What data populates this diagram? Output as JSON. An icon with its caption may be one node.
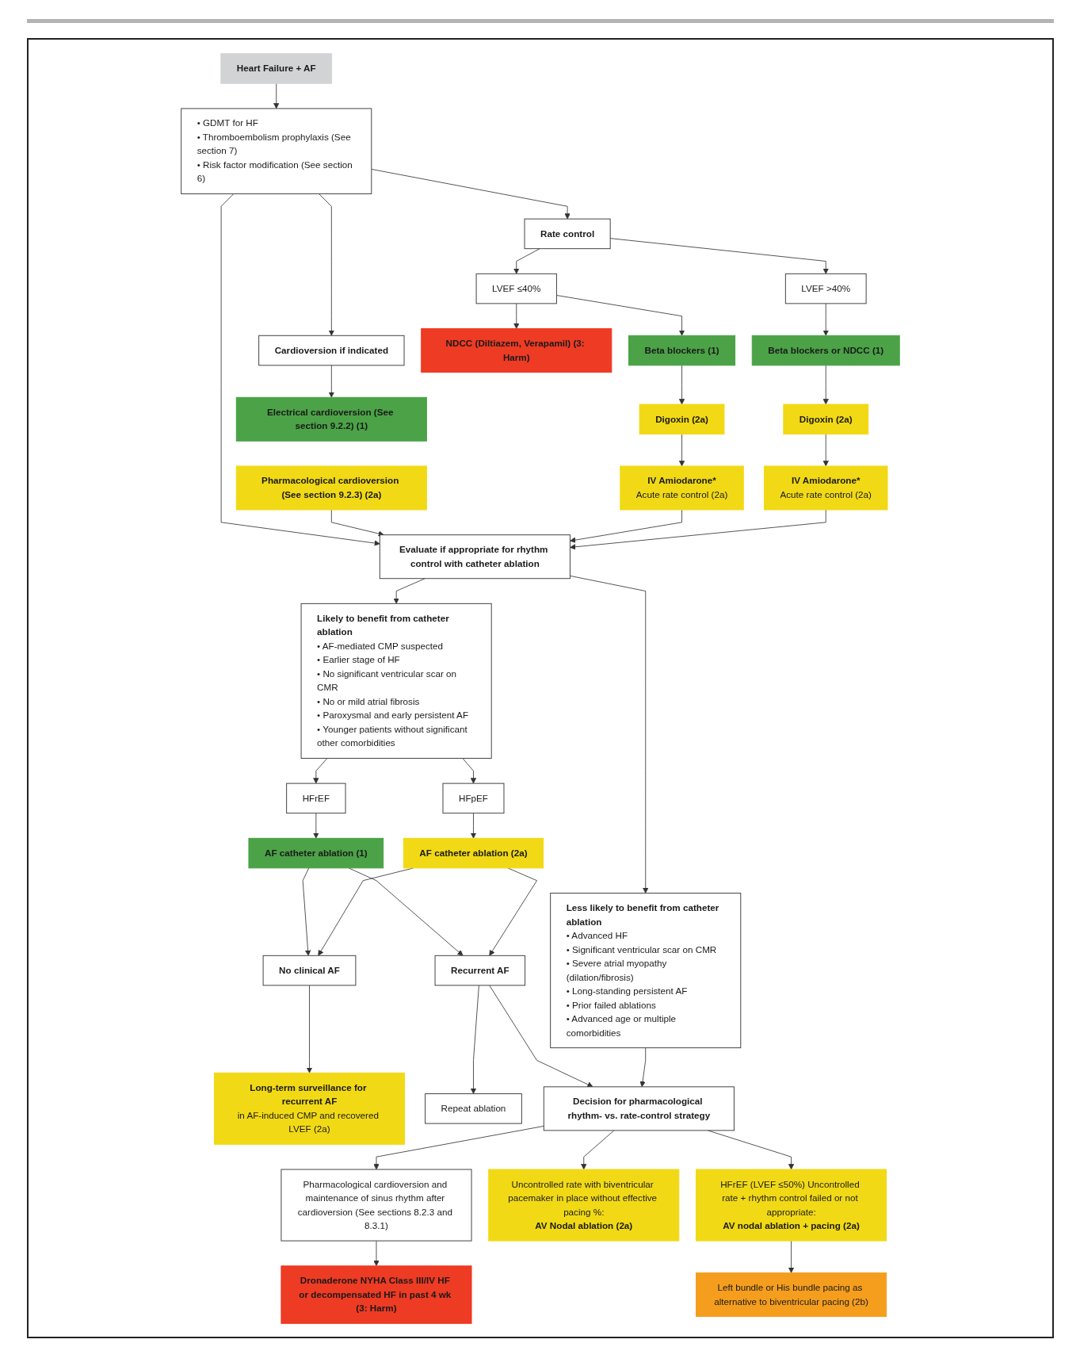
{
  "diagram": {
    "nodes": [
      {
        "text": [
          "Heart Failure + AF"
        ]
      },
      {
        "text": [
          "• GDMT for HF",
          "• Thromboembolism prophylaxis (See section 7)",
          "• Risk factor modification (See section 6)"
        ]
      },
      {
        "text": [
          "Cardioversion if indicated"
        ]
      },
      {
        "text": [
          "Rate control"
        ]
      },
      {
        "text": [
          "Electrical cardioversion (See section 9.2.2) (1)"
        ]
      },
      {
        "text": [
          "LVEF ≤40%"
        ]
      },
      {
        "text": [
          "LVEF >40%"
        ]
      },
      {
        "text": [
          "Pharmacological cardioversion (See section 9.2.3) (2a)"
        ]
      },
      {
        "text": [
          "NDCC (Diltiazem, Verapamil) (3: Harm)"
        ]
      },
      {
        "text": [
          "Beta blockers (1)"
        ]
      },
      {
        "text": [
          "Beta blockers or NDCC (1)"
        ]
      },
      {
        "text": [
          "Digoxin (2a)"
        ]
      },
      {
        "text": [
          "Digoxin (2a)"
        ]
      },
      {
        "text": [
          "IV Amiodarone*",
          "Acute rate control (2a)"
        ]
      },
      {
        "text": [
          "IV Amiodarone*",
          "Acute rate control (2a)"
        ]
      },
      {
        "text": [
          "Evaluate if appropriate for rhythm control with catheter ablation"
        ]
      },
      {
        "text": [
          "Likely to benefit from catheter ablation",
          "• AF-mediated CMP suspected",
          "• Earlier stage of HF",
          "• No significant ventricular scar on CMR",
          "• No or mild atrial fibrosis",
          "• Paroxysmal and early persistent AF",
          "• Younger patients without significant other comorbidities"
        ]
      },
      {
        "text": [
          "Less likely to benefit from catheter ablation",
          "• Advanced HF",
          "• Significant ventricular scar on CMR",
          "• Severe atrial myopathy (dilation/fibrosis)",
          "• Long-standing persistent AF",
          "• Prior failed ablations",
          "• Advanced age or multiple comorbidities"
        ]
      },
      {
        "text": [
          "HFrEF (LVEF ≤50%) Uncontrolled rate + rhythm control failed or not appropriate:",
          "AV nodal ablation + pacing (2a)"
        ]
      },
      {
        "text": [
          "Left bundle or His bundle pacing as alternative to biventricular pacing (2b)"
        ]
      },
      {
        "text": [
          "HFrEF"
        ]
      },
      {
        "text": [
          "HFpEF"
        ]
      },
      {
        "text": [
          "Decision for pharmacological rhythm- vs. rate-control strategy"
        ]
      },
      {
        "text": [
          "Uncontrolled rate with biventricular pacemaker in place without effective pacing %:",
          "AV Nodal ablation (2a)"
        ]
      },
      {
        "text": [
          "AF catheter ablation (1)"
        ]
      },
      {
        "text": [
          "AF catheter ablation (2a)"
        ]
      },
      {
        "text": [
          "Pharmacological cardioversion and maintenance of sinus rhythm after cardioversion (See sections 8.2.3 and 8.3.1)"
        ]
      },
      {
        "text": [
          "No clinical AF"
        ]
      },
      {
        "text": [
          "Recurrent AF"
        ]
      },
      {
        "text": [
          "Repeat ablation"
        ]
      },
      {
        "text": [
          "Long-term surveillance for recurrent AF",
          "in AF-induced CMP and recovered LVEF (2a)"
        ]
      },
      {
        "text": [
          "Dronaderone NYHA Class III/IV HF or decompensated HF in past 4 wk (3: Harm)"
        ]
      }
    ],
    "edges": [
      {
        "from": 0,
        "to": 1,
        "arrow": "to"
      },
      {
        "from": 1,
        "to": 2,
        "arrow": "to"
      },
      {
        "from": 1,
        "to": 15,
        "arrow": "to"
      },
      {
        "from": 1,
        "to": 3,
        "arrow": "to"
      },
      {
        "from": 2,
        "to": 4,
        "arrow": "to"
      },
      {
        "from": 3,
        "to": 5,
        "arrow": "to"
      },
      {
        "from": 3,
        "to": 6,
        "arrow": "to"
      },
      {
        "from": 5,
        "to": 8,
        "arrow": "to"
      },
      {
        "from": 5,
        "to": 9,
        "arrow": "to"
      },
      {
        "from": 6,
        "to": 10,
        "arrow": "to"
      },
      {
        "from": 9,
        "to": 11,
        "arrow": "to"
      },
      {
        "from": 10,
        "to": 12,
        "arrow": "to"
      },
      {
        "from": 11,
        "to": 13,
        "arrow": "to"
      },
      {
        "from": 12,
        "to": 14,
        "arrow": "to"
      },
      {
        "from": 7,
        "to": 15,
        "arrow": "to"
      },
      {
        "from": 13,
        "to": 15,
        "arrow": "to"
      },
      {
        "from": 14,
        "to": 15,
        "arrow": "to"
      },
      {
        "from": 15,
        "to": 16,
        "arrow": "to"
      },
      {
        "from": 15,
        "to": 17,
        "arrow": "to"
      },
      {
        "from": 16,
        "to": 20,
        "arrow": "to"
      },
      {
        "from": 16,
        "to": 21,
        "arrow": "to"
      },
      {
        "from": 20,
        "to": 24,
        "arrow": "to"
      },
      {
        "from": 21,
        "to": 25,
        "arrow": "to"
      },
      {
        "from": 24,
        "to": 27,
        "arrow": "to"
      },
      {
        "from": 24,
        "to": 28,
        "arrow": "to"
      },
      {
        "from": 25,
        "to": 27,
        "arrow": "to"
      },
      {
        "from": 25,
        "to": 28,
        "arrow": "to"
      },
      {
        "from": 27,
        "to": 30,
        "arrow": "to"
      },
      {
        "from": 28,
        "to": 22,
        "arrow": "to"
      },
      {
        "from": 28,
        "to": 29,
        "arrow": "to"
      },
      {
        "from": 17,
        "to": 22,
        "arrow": "to"
      },
      {
        "from": 22,
        "to": 26,
        "arrow": "to"
      },
      {
        "from": 26,
        "to": 31,
        "arrow": "to"
      },
      {
        "from": 22,
        "to": 18,
        "arrow": "to"
      },
      {
        "from": 22,
        "to": 23,
        "arrow": "to"
      },
      {
        "from": 18,
        "to": 19,
        "arrow": "to"
      }
    ]
  }
}
